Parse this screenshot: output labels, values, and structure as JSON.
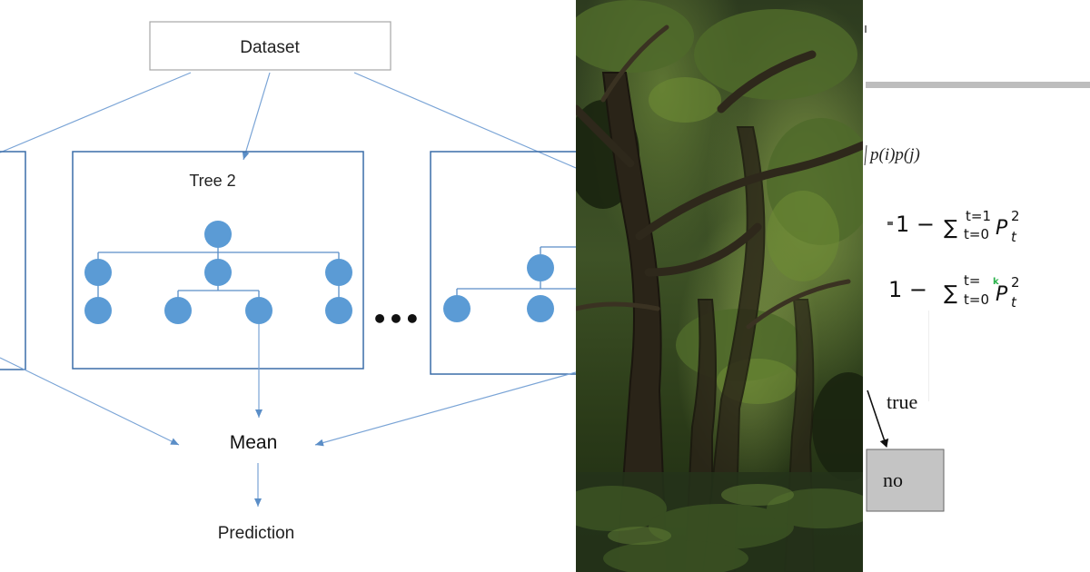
{
  "diagram": {
    "dataset_label": "Dataset",
    "tree_label": "Tree 2",
    "ellipsis": "•••",
    "mean_label": "Mean",
    "prediction_label": "Prediction"
  },
  "formulas": {
    "fragment_top": "p(i)p(j)",
    "gini_line1": {
      "prefix": "1 −",
      "sum_symbol": "∑",
      "upper": "t=1",
      "lower": "t=0",
      "term": "P",
      "sup": "2",
      "sub": "t"
    },
    "gini_line2": {
      "prefix": "1 −",
      "sum_symbol": "∑",
      "upper": "t=",
      "upper_mark": "k",
      "lower": "t=0",
      "term": "P",
      "sup": "2",
      "sub": "t"
    }
  },
  "decision_tree_fragment": {
    "edge_label": "true",
    "leaf_label": "no"
  },
  "colors": {
    "line_blue": "#5b8ec7",
    "node_blue": "#5b9bd5",
    "box_border": "#3a6da8",
    "leaf_fill": "#c4c4c4",
    "green_mark": "#2bb24c"
  }
}
